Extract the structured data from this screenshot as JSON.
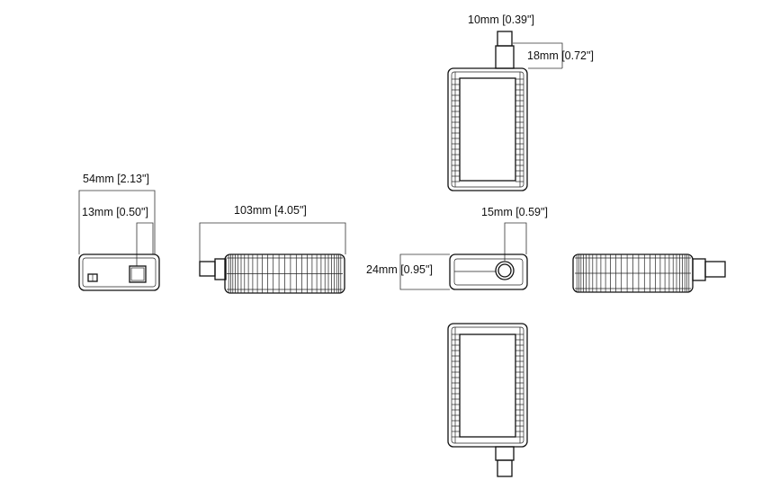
{
  "dimensions": {
    "top_connector_width": "10mm [0.39\"]",
    "connector_length": "18mm [0.72\"]",
    "end_width": "54mm [2.13\"]",
    "switch_offset": "13mm [0.50\"]",
    "length": "103mm [4.05\"]",
    "jack_offset": "15mm [0.59\"]",
    "height": "24mm [0.95\"]"
  },
  "colors": {
    "line": "#111111",
    "background": "#ffffff"
  }
}
